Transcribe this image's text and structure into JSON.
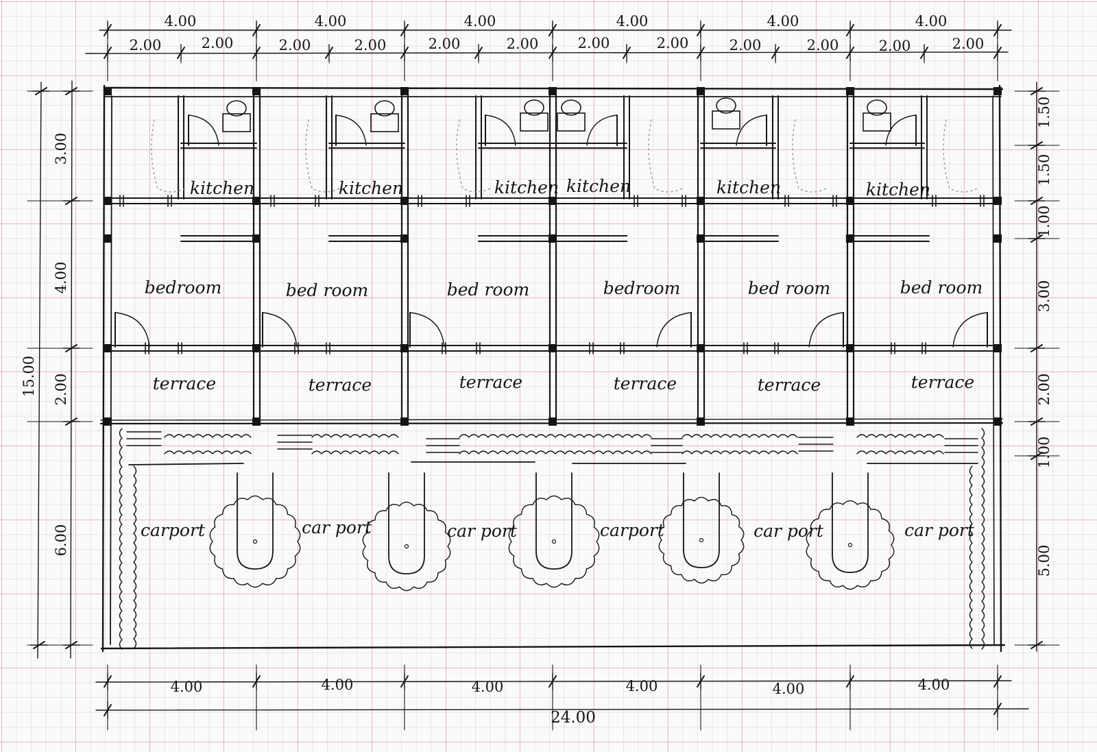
{
  "drawing": {
    "top_units": [
      "4.00",
      "4.00",
      "4.00",
      "4.00",
      "4.00",
      "4.00"
    ],
    "top_halves": [
      "2.00",
      "2.00",
      "2.00",
      "2.00",
      "2.00",
      "2.00",
      "2.00",
      "2.00",
      "2.00",
      "2.00",
      "2.00",
      "2.00"
    ],
    "bottom_units": [
      "4.00",
      "4.00",
      "4.00",
      "4.00",
      "4.00",
      "4.00"
    ],
    "bottom_total": "24.00",
    "left_total": "15.00",
    "left_segments": [
      "3.00",
      "4.00",
      "2.00",
      "6.00"
    ],
    "right_segments": [
      "1.50",
      "1.50",
      "1.00",
      "3.00",
      "2.00",
      "1.00",
      "5.00"
    ],
    "units": [
      {
        "kitchen": "kitchen",
        "bedroom": "bedroom",
        "terrace": "terrace",
        "carport": "carport"
      },
      {
        "kitchen": "kitchen",
        "bedroom": "bed room",
        "terrace": "terrace",
        "carport": "car port"
      },
      {
        "kitchen": "kitchen",
        "bedroom": "bed room",
        "terrace": "terrace",
        "carport": "car port"
      },
      {
        "kitchen": "kitchen",
        "bedroom": "bedroom",
        "terrace": "terrace",
        "carport": "carport"
      },
      {
        "kitchen": "kitchen",
        "bedroom": "bed room",
        "terrace": "terrace",
        "carport": "car port"
      },
      {
        "kitchen": "kitchen",
        "bedroom": "bed room",
        "terrace": "terrace",
        "carport": "car port"
      }
    ],
    "colors": {
      "ink": "#151515",
      "paper": "#fbfafa",
      "grid": "#d08c96",
      "pencil": "#9a9a9a"
    }
  }
}
